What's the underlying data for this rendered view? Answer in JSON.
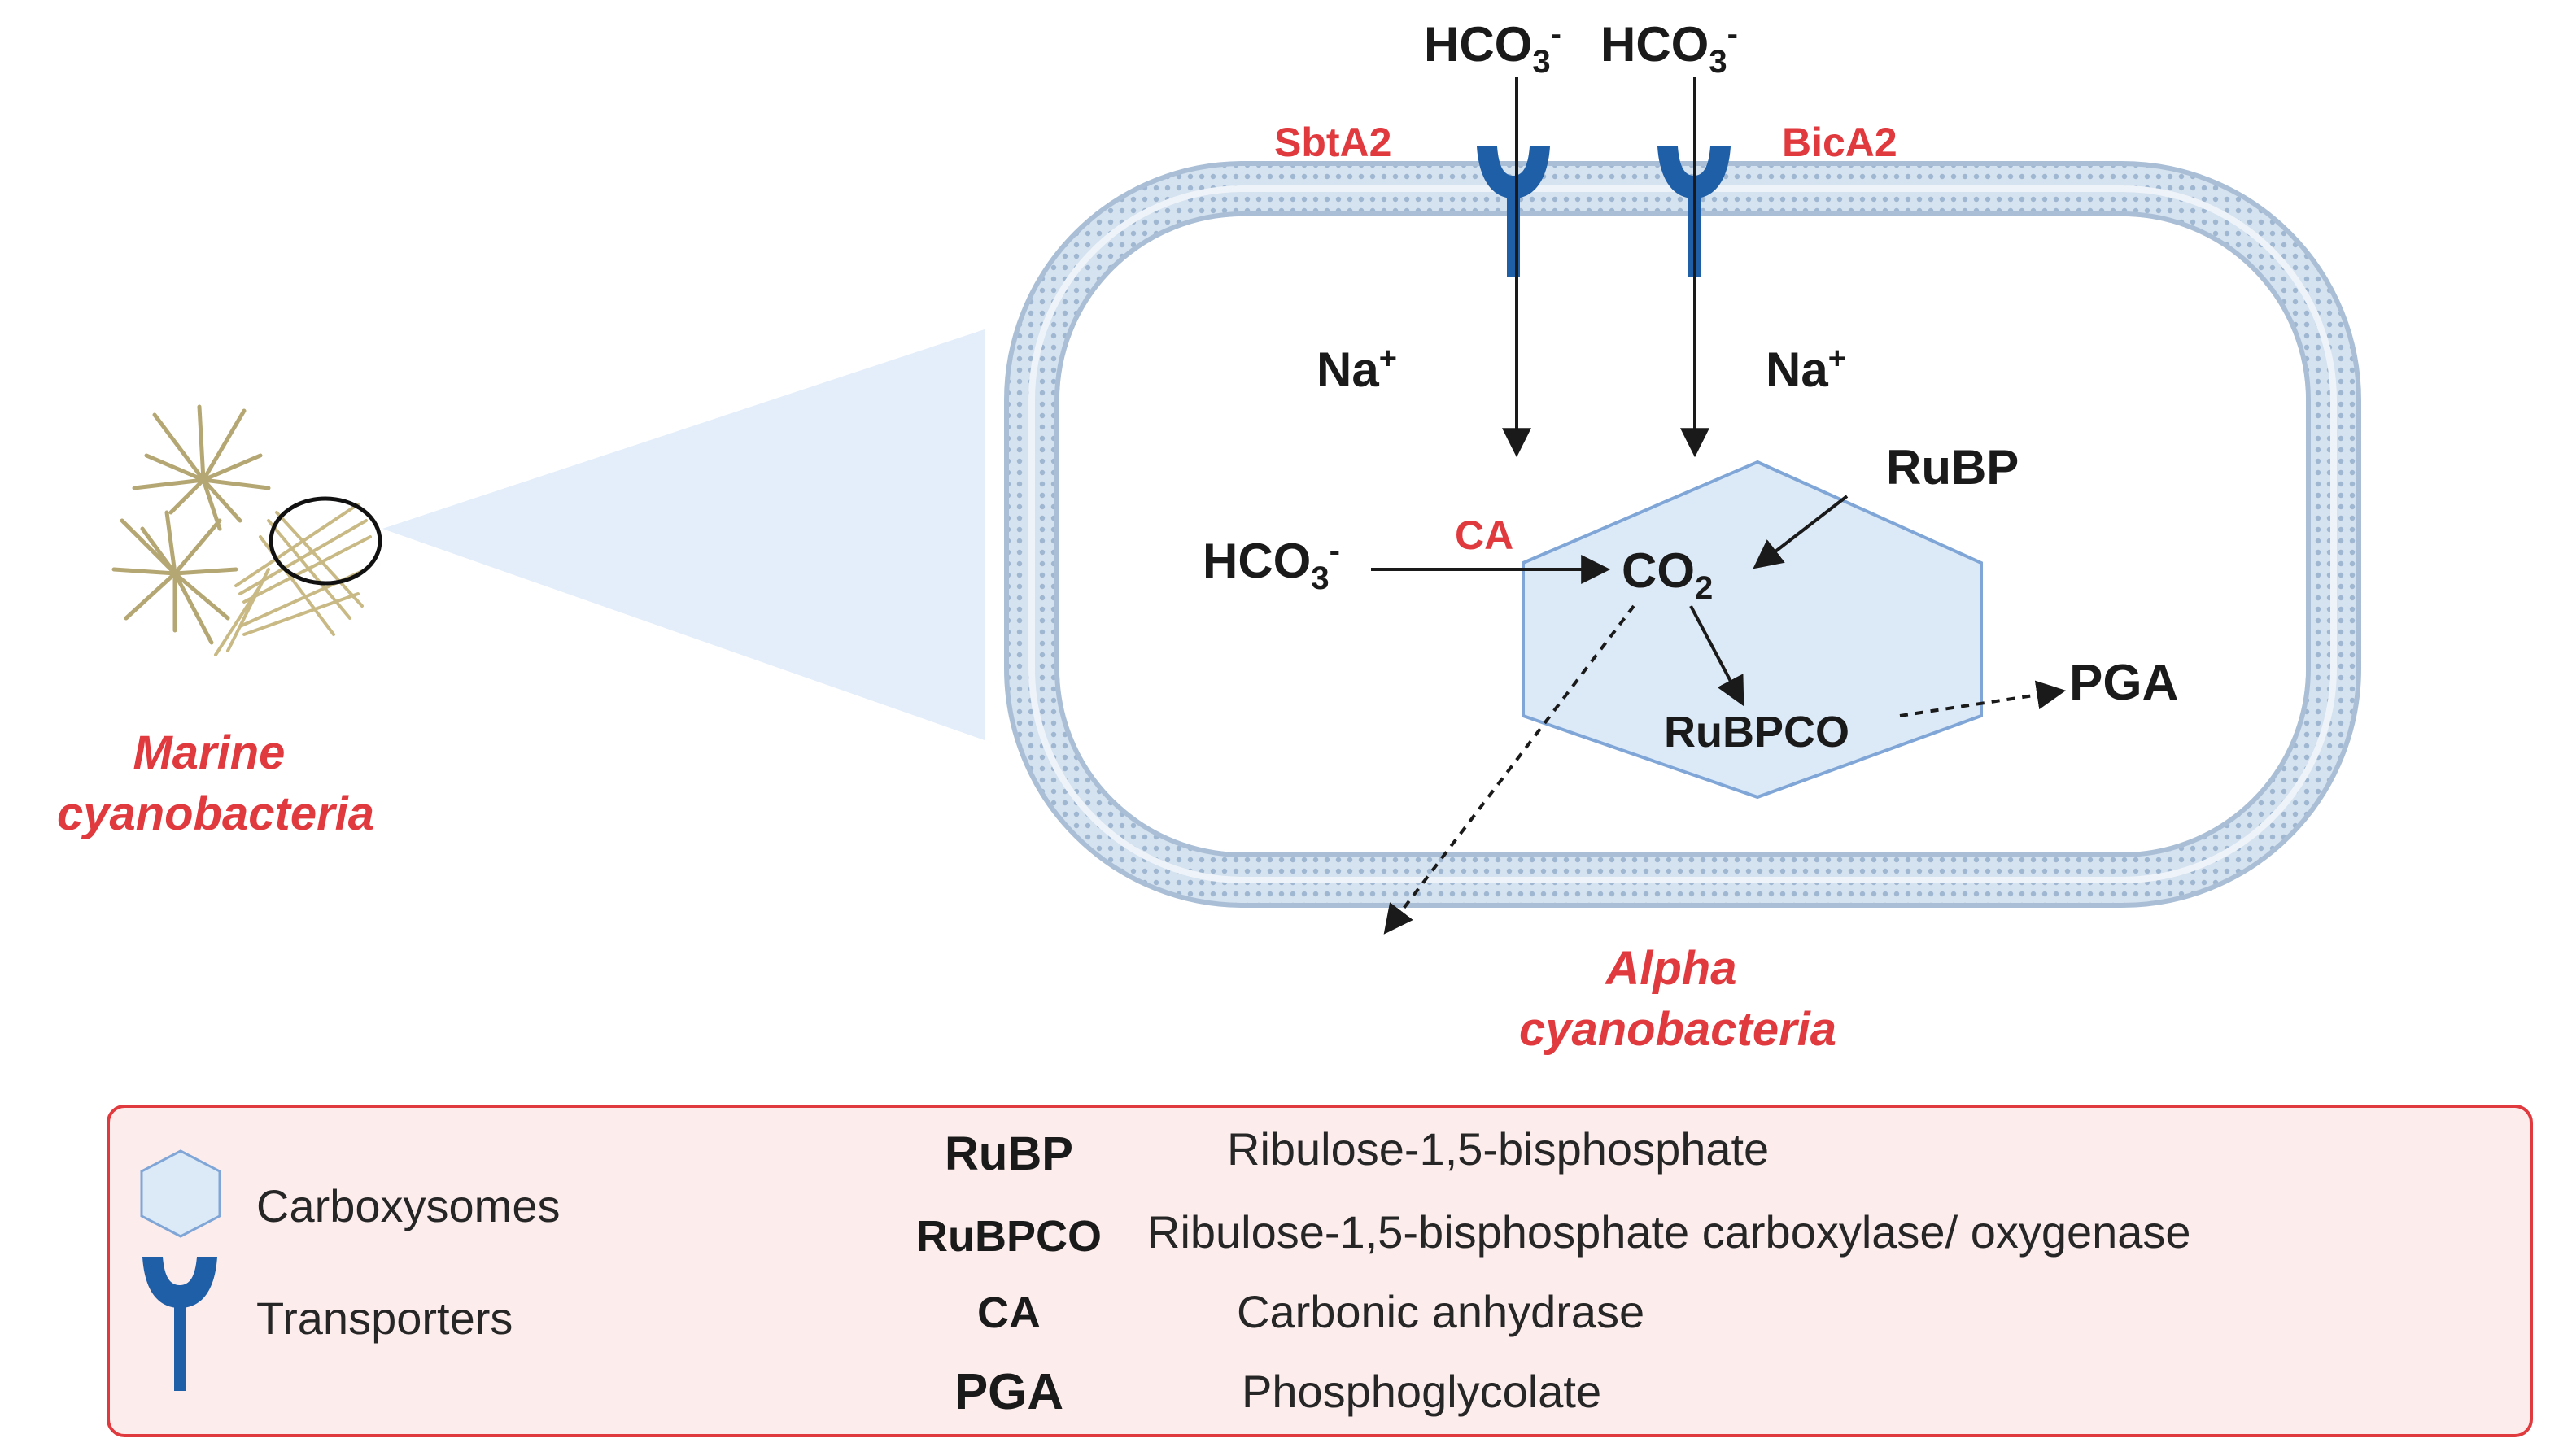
{
  "labels": {
    "hco3_top_1": "HCO",
    "hco3_top_2": "HCO",
    "hco3_inner": "HCO",
    "sub3": "3",
    "sup_minus": "-",
    "sbta2": "SbtA2",
    "bica2": "BicA2",
    "na_left": "Na",
    "na_right": "Na",
    "sup_plus": "+",
    "ca": "CA",
    "co2": "CO",
    "sub2": "2",
    "rubp": "RuBP",
    "rubpco": "RuBPCO",
    "pga": "PGA",
    "marine_line1": "Marine",
    "marine_line2": "cyanobacteria",
    "alpha_line1": "Alpha",
    "alpha_line2": "cyanobacteria"
  },
  "legend": {
    "carboxysomes": "Carboxysomes",
    "transporters": "Transporters",
    "entries": [
      {
        "abbr": "RuBP",
        "definition": "Ribulose-1,5-bisphosphate"
      },
      {
        "abbr": "RuBPCO",
        "definition": "Ribulose-1,5-bisphosphate carboxylase/ oxygenase"
      },
      {
        "abbr": "CA",
        "definition": "Carbonic anhydrase"
      },
      {
        "abbr": "PGA",
        "definition": "Phosphoglycolate"
      }
    ]
  },
  "colors": {
    "label_red": "#e0393e",
    "transporter_blue": "#1f5fa8",
    "membrane_blue": "#aabfd6",
    "carboxysome_fill": "#dce9f7",
    "carboxysome_stroke": "#7fa6d6",
    "legend_bg": "#fdecec",
    "legend_border": "#e0393e",
    "zoom_cone": "#e3eefa"
  }
}
